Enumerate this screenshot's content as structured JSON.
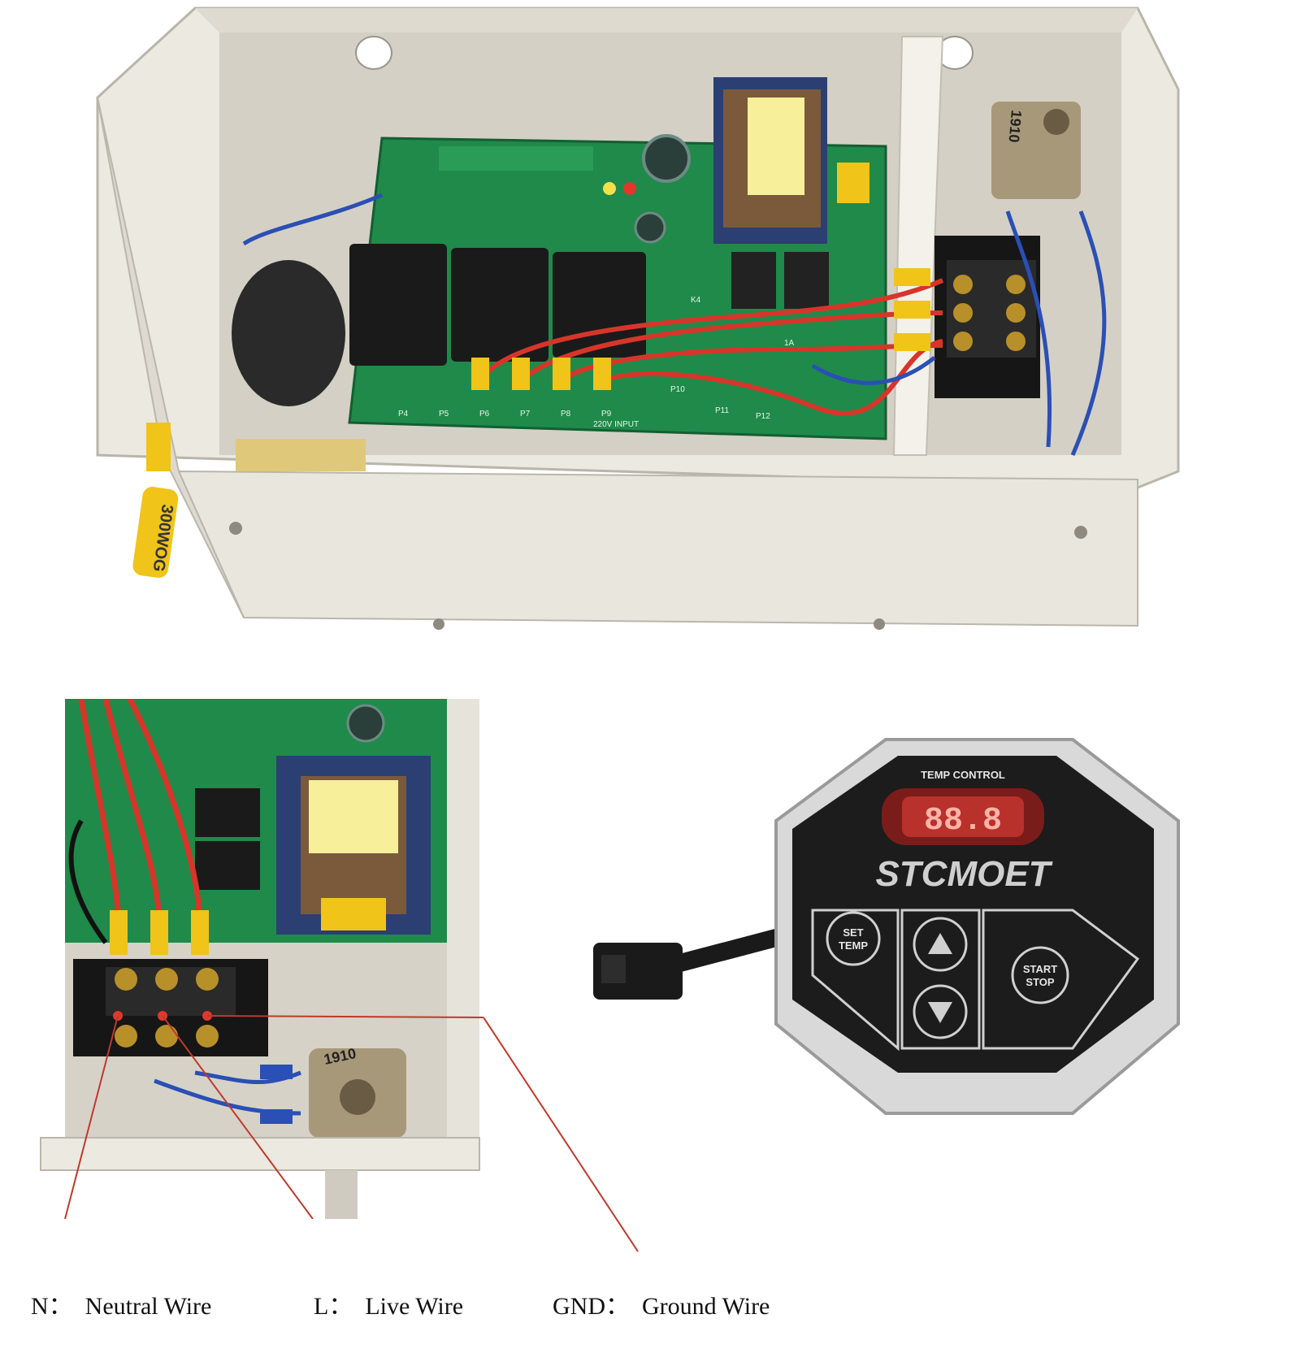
{
  "top_photo": {
    "valve_label": "300WOG",
    "solenoid_label": "1910",
    "board_labels": [
      "P4",
      "P5",
      "P6",
      "P7",
      "P8",
      "P9",
      "P10",
      "P11",
      "P12",
      "220V INPUT",
      "K4",
      "1A"
    ]
  },
  "bottom_photo": {
    "solenoid_label": "1910"
  },
  "controller": {
    "header": "TEMP CONTROL",
    "brand": "STCMOET",
    "display": "88.8",
    "set_button": "SET\nTEMP",
    "start_button": "START\nSTOP"
  },
  "legend": [
    {
      "code": "N：",
      "text": "Neutral Wire"
    },
    {
      "code": "L：",
      "text": "Live Wire"
    },
    {
      "code": "GND：",
      "text": "Ground Wire"
    }
  ],
  "colors": {
    "enclosure": "#e8e6df",
    "pcb": "#1f8a4a",
    "wire_red": "#d8352a",
    "wire_blue": "#2a4fb5",
    "terminal_yellow": "#f0c419",
    "pointer": "#c0392b"
  }
}
